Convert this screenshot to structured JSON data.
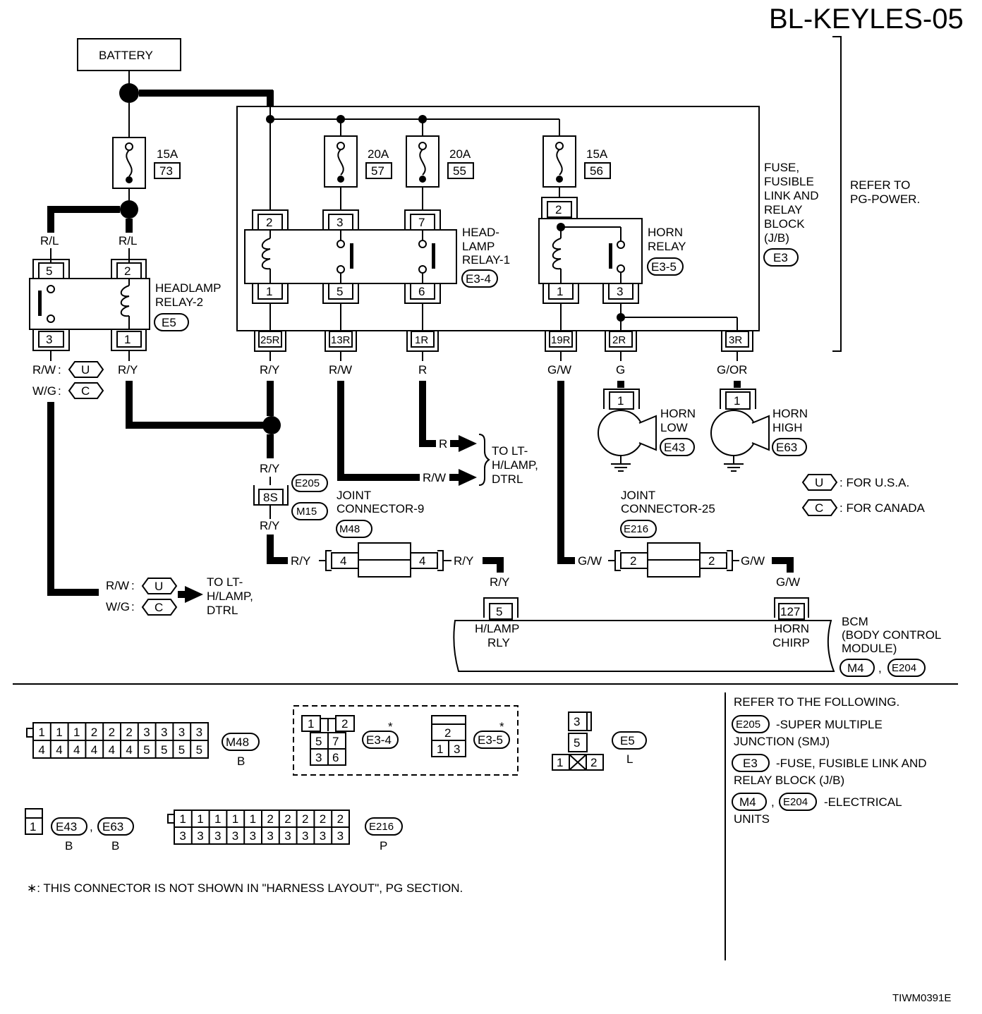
{
  "title": "BL-KEYLES-05",
  "code": "TIWM0391E",
  "battery": "BATTERY",
  "refer_pg": [
    "REFER TO",
    "PG-POWER."
  ],
  "jb_label": [
    "FUSE,",
    "FUSIBLE",
    "LINK AND",
    "RELAY",
    "BLOCK",
    "(J/B)"
  ],
  "jb_conn": "E3",
  "fuses": [
    {
      "amp": "15A",
      "num": "73"
    },
    {
      "amp": "20A",
      "num": "57"
    },
    {
      "amp": "20A",
      "num": "55"
    },
    {
      "amp": "15A",
      "num": "56"
    }
  ],
  "headlamp_relay1": {
    "label": [
      "HEAD-",
      "LAMP",
      "RELAY-1"
    ],
    "conn": "E3-4",
    "pins_top": [
      "2",
      "3",
      "7"
    ],
    "pins_bot": [
      "1",
      "5",
      "6"
    ]
  },
  "horn_relay": {
    "label": [
      "HORN",
      "RELAY"
    ],
    "conn": "E3-5",
    "pin_top": "2",
    "pins_bot": [
      "1",
      "3"
    ]
  },
  "headlamp_relay2": {
    "label": [
      "HEADLAMP",
      "RELAY-2"
    ],
    "conn": "E5",
    "pins_top": [
      "5",
      "2"
    ],
    "pins_bot": [
      "3",
      "1"
    ]
  },
  "jb_terminals": [
    "25R",
    "13R",
    "1R",
    "19R",
    "2R",
    "3R"
  ],
  "wires": {
    "rl": "R/L",
    "ry": "R/Y",
    "rw": "R/W",
    "r": "R",
    "gw": "G/W",
    "g": "G",
    "gor": "G/OR",
    "wg": "W/G"
  },
  "variants": {
    "u": "U",
    "c": "C",
    "u_label": ": FOR U.S.A.",
    "c_label": ": FOR CANADA"
  },
  "horns": [
    {
      "label": [
        "HORN",
        "LOW"
      ],
      "conn": "E43",
      "pin": "1"
    },
    {
      "label": [
        "HORN",
        "HIGH"
      ],
      "conn": "E63",
      "pin": "1"
    }
  ],
  "to_lt_hlamp": [
    "TO LT-",
    "H/LAMP,",
    "DTRL"
  ],
  "smj": {
    "pin": "8S",
    "conn1": "E205",
    "conn2": "M15"
  },
  "jc9": {
    "label": [
      "JOINT",
      "CONNECTOR-9"
    ],
    "conn": "M48",
    "pin": "4"
  },
  "jc25": {
    "label": [
      "JOINT",
      "CONNECTOR-25"
    ],
    "conn": "E216",
    "pin": "2"
  },
  "bcm": {
    "label": [
      "BCM",
      "(BODY CONTROL",
      "MODULE)"
    ],
    "conn1": "M4",
    "conn2": "E204",
    "pin_hlamp": "5",
    "hlamp_label": [
      "H/LAMP",
      "RLY"
    ],
    "pin_horn": "127",
    "horn_label": [
      "HORN",
      "CHIRP"
    ]
  },
  "connectors": {
    "m48": {
      "top": [
        "1",
        "1",
        "1",
        "2",
        "2",
        "2",
        "3",
        "3",
        "3",
        "3"
      ],
      "bot": [
        "4",
        "4",
        "4",
        "4",
        "4",
        "4",
        "5",
        "5",
        "5",
        "5"
      ],
      "name": "M48",
      "color": "B"
    },
    "e34": {
      "name": "E3-4",
      "pins": [
        "1",
        "2",
        "5",
        "7",
        "3",
        "6"
      ]
    },
    "e35": {
      "name": "E3-5",
      "pins": [
        "2",
        "1",
        "3"
      ]
    },
    "e5": {
      "name": "E5",
      "color": "L",
      "pins": [
        "3",
        "5",
        "1",
        "2"
      ]
    },
    "e43": {
      "name": "E43",
      "color": "B",
      "pin": "1"
    },
    "e63": {
      "name": "E63",
      "color": "B"
    },
    "e216": {
      "top": [
        "1",
        "1",
        "1",
        "1",
        "1",
        "2",
        "2",
        "2",
        "2",
        "2"
      ],
      "bot": [
        "3",
        "3",
        "3",
        "3",
        "3",
        "3",
        "3",
        "3",
        "3",
        "3"
      ],
      "name": "E216",
      "color": "P"
    }
  },
  "footnote": "∗: THIS CONNECTOR IS NOT SHOWN IN \"HARNESS LAYOUT\", PG SECTION.",
  "refer": {
    "heading": "REFER TO THE FOLLOWING.",
    "items": [
      {
        "conn": "E205",
        "text": [
          "-SUPER MULTIPLE",
          "JUNCTION (SMJ)"
        ]
      },
      {
        "conn": "E3",
        "text": [
          "-FUSE, FUSIBLE LINK AND",
          "RELAY BLOCK (J/B)"
        ]
      },
      {
        "conn1": "M4",
        "conn2": "E204",
        "text": [
          "-ELECTRICAL",
          "UNITS"
        ]
      }
    ]
  }
}
